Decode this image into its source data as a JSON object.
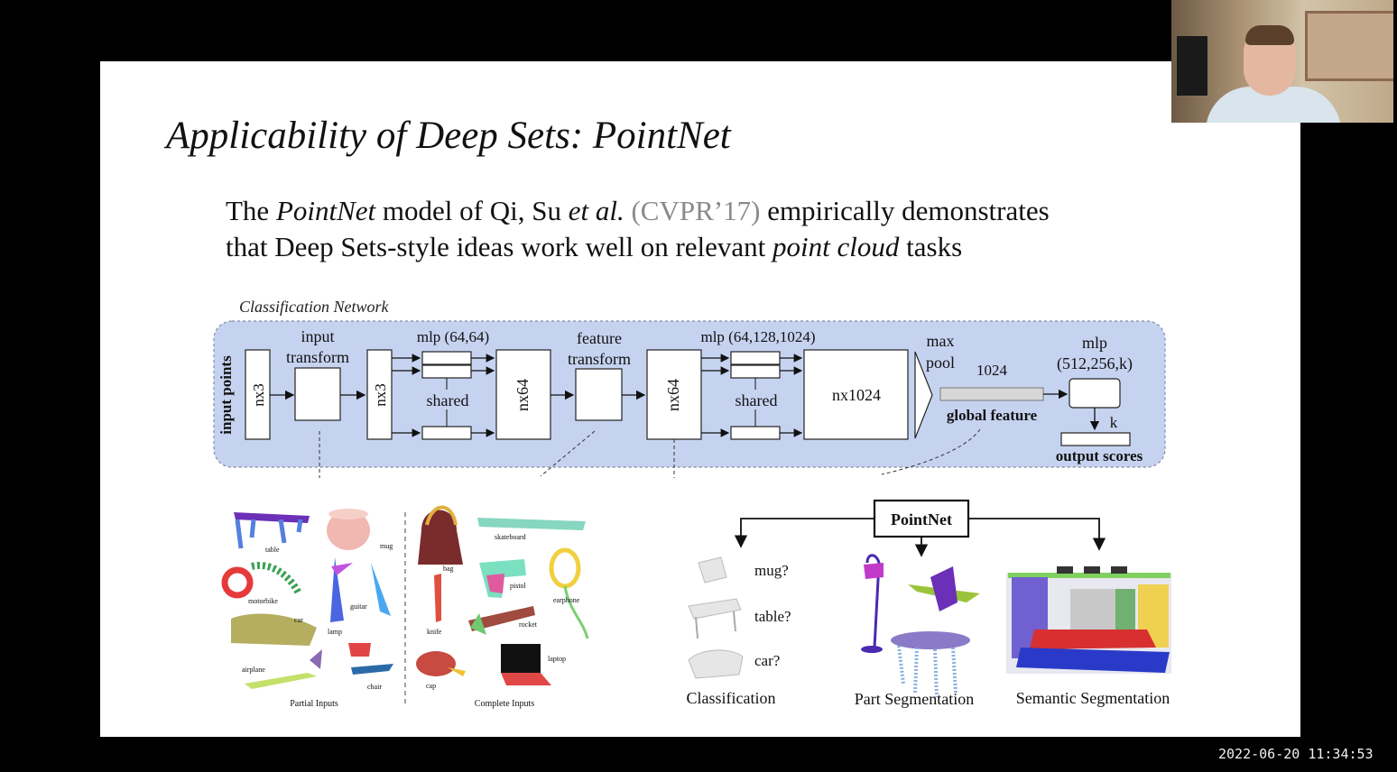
{
  "slide": {
    "title": "Applicability of Deep Sets: PointNet",
    "body": {
      "line1": [
        {
          "text": "The ",
          "style": "normal"
        },
        {
          "text": "PointNet",
          "style": "italic"
        },
        {
          "text": " model of Qi, Su ",
          "style": "normal"
        },
        {
          "text": "et al.",
          "style": "italic"
        },
        {
          "text": " (CVPR’17)",
          "style": "cite"
        },
        {
          "text": " empirically demonstrates",
          "style": "normal"
        }
      ],
      "line2": [
        {
          "text": "that Deep Sets-style ideas work well on relevant ",
          "style": "normal"
        },
        {
          "text": "point cloud",
          "style": "italic"
        },
        {
          "text": " tasks",
          "style": "normal"
        }
      ]
    }
  },
  "diagram": {
    "network_title": "Classification Network",
    "input_points": "input points",
    "n3_a": "nx3",
    "input_transform": [
      "input",
      "transform"
    ],
    "n3_b": "nx3",
    "mlp1": "mlp (64,64)",
    "shared1": "shared",
    "n64_a": "nx64",
    "feature_transform": [
      "feature",
      "transform"
    ],
    "n64_b": "nx64",
    "mlp2": "mlp (64,128,1024)",
    "shared2": "shared",
    "n1024": "nx1024",
    "maxpool": [
      "max",
      "pool"
    ],
    "dim1024": "1024",
    "global_feature": "global feature",
    "mlp3": [
      "mlp",
      "(512,256,k)"
    ],
    "k": "k",
    "output_scores": "output scores",
    "pointnet": "PointNet",
    "class_labels": [
      "mug?",
      "table?",
      "car?"
    ],
    "tasks": [
      "Classification",
      "Part Segmentation",
      "Semantic Segmentation"
    ],
    "partial_labels": [
      "table",
      "mug",
      "motorbike",
      "guitar",
      "car",
      "lamp",
      "airplane",
      "chair"
    ],
    "complete_labels": [
      "bag",
      "skateboard",
      "pistol",
      "earphone",
      "knife",
      "rocket",
      "cap",
      "laptop"
    ],
    "partial_caption": "Partial Inputs",
    "complete_caption": "Complete Inputs"
  },
  "overlay": {
    "timestamp": "2022-06-20 11:34:53"
  },
  "colors": {
    "network_panel": "#c6d3f0",
    "cite_gray": "#8a8a8a",
    "background": "#000000"
  }
}
